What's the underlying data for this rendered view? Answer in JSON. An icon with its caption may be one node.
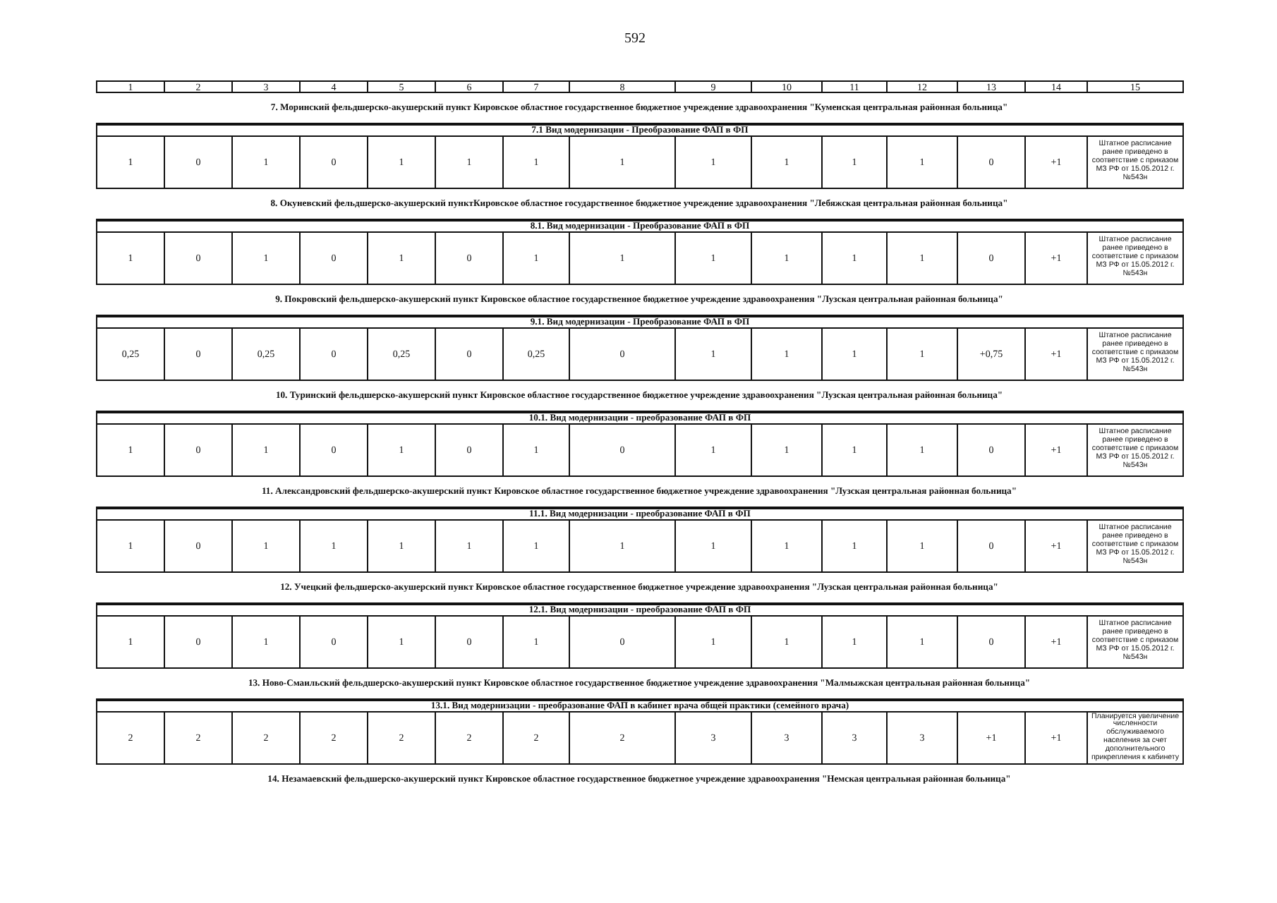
{
  "diagram": {
    "labels": [
      "592",
      "1",
      "2",
      "3",
      "4",
      "5",
      "6",
      "7",
      "8",
      "9",
      "10",
      "11",
      "12",
      "13",
      "14",
      "15",
      "7. Моринский фельдшерско-акушерский пункт Кировское областное государственное бюджетное учреждение здравоохранения \"Куменская центральная районная больница\"",
      "7.1 Вид модернизации - Преобразование ФАП в ФП",
      "1",
      "0",
      "1",
      "0",
      "1",
      "1",
      "1",
      "1",
      "1",
      "1",
      "1",
      "1",
      "0",
      "+1",
      "Штатное расписание ранее приведено в соответствие с приказом МЗ РФ от 15.05.2012 г. №543н",
      "8. Окуневский фельдшерско-акушерский пунктКировское областное государственное бюджетное учреждение здравоохранения \"Лебяжская центральная районная больница\"",
      "8.1. Вид модернизации - Преобразование ФАП в ФП",
      "1",
      "0",
      "1",
      "0",
      "1",
      "0",
      "1",
      "1",
      "1",
      "1",
      "1",
      "1",
      "0",
      "+1",
      "Штатное расписание ранее приведено в соответствие с приказом МЗ РФ от 15.05.2012 г. №543н",
      "9. Покровский фельдшерско-акушерский пункт Кировское областное государственное бюджетное учреждение здравоохранения \"Лузская центральная районная больница\"",
      "9.1. Вид модернизации - Преобразование ФАП в ФП",
      "0,25",
      "0",
      "0,25",
      "0",
      "0,25",
      "0",
      "0,25",
      "0",
      "1",
      "1",
      "1",
      "1",
      "+0,75",
      "+1",
      "Штатное расписание ранее приведено в соответствие с приказом МЗ РФ от 15.05.2012 г. №543н",
      "10. Туринский фельдшерско-акушерский пункт Кировское областное государственное бюджетное учреждение здравоохранения \"Лузская центральная районная больница\"",
      "10.1. Вид модернизации - преобразование ФАП в ФП",
      "1",
      "0",
      "1",
      "0",
      "1",
      "0",
      "1",
      "0",
      "1",
      "1",
      "1",
      "1",
      "0",
      "+1",
      "Штатное расписание ранее приведено в соответствие с приказом МЗ РФ от 15.05.2012 г. №543н",
      "11. Александровский фельдшерско-акушерский пункт Кировское областное государственное бюджетное учреждение здравоохранения \"Лузская центральная районная больница\"",
      "11.1. Вид модернизации - преобразование ФАП в ФП",
      "1",
      "0",
      "1",
      "1",
      "1",
      "1",
      "1",
      "1",
      "1",
      "1",
      "1",
      "1",
      "0",
      "+1",
      "Штатное расписание ранее приведено в соответствие с приказом МЗ РФ от 15.05.2012 г. №543н",
      "12. Учецкий фельдшерско-акушерский пункт Кировское областное государственное бюджетное учреждение здравоохранения \"Лузская центральная районная больница\"",
      "12.1. Вид модернизации - преобразование ФАП в ФП",
      "1",
      "0",
      "1",
      "0",
      "1",
      "0",
      "1",
      "0",
      "1",
      "1",
      "1",
      "1",
      "0",
      "+1",
      "Штатное расписание ранее приведено в соответствие с приказом МЗ РФ от 15.05.2012 г. №543н",
      "13. Ново-Смаильский фельдшерско-акушерский пункт Кировское областное государственное бюджетное учреждение здравоохранения \"Малмыжская центральная районная больница\"",
      "13.1. Вид модернизации - преобразование ФАП в кабинет врача общей практики (семейного врача)",
      "2",
      "2",
      "2",
      "2",
      "2",
      "2",
      "2",
      "2",
      "3",
      "3",
      "3",
      "3",
      "+1",
      "+1",
      "Планируется увеличение численности обслуживаемого населения за счет дополнительного прикрепления к кабинету",
      "14. Незамаевский фельдшерско-акушерский пункт Кировское областное государственное бюджетное учреждение здравоохранения \"Немская центральная районная больница\""
    ]
  }
}
